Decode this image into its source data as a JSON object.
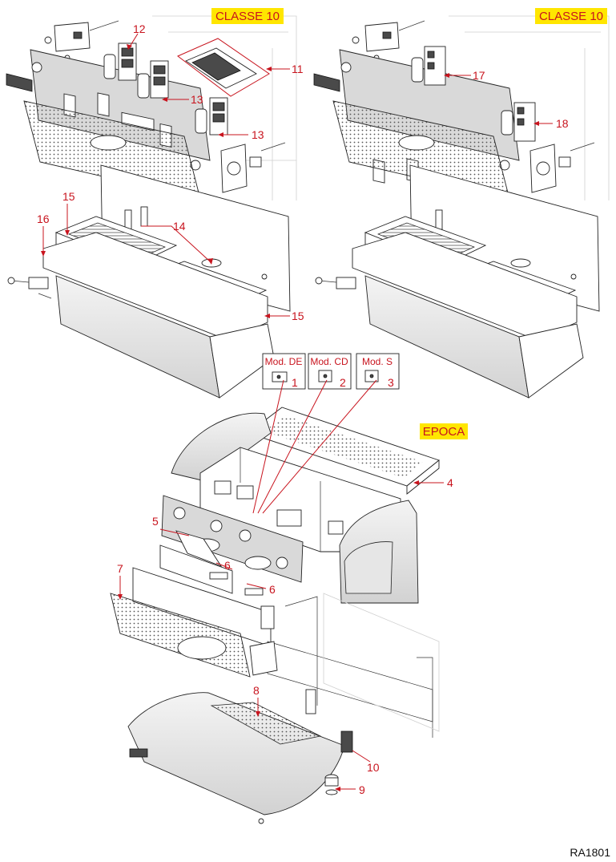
{
  "headers": {
    "classe10_left": "CLASSE 10",
    "classe10_right": "CLASSE 10",
    "epoca": "EPOCA"
  },
  "header_color": "#ffe600",
  "label_color": "#c8141e",
  "models": {
    "mod_de": "Mod. DE",
    "mod_cd": "Mod. CD",
    "mod_s": "Mod. S"
  },
  "callouts": {
    "n1": "1",
    "n2": "2",
    "n3": "3",
    "n4": "4",
    "n5": "5",
    "n6a": "6",
    "n6b": "6",
    "n7": "7",
    "n8": "8",
    "n9": "9",
    "n10": "10",
    "n11": "11",
    "n12": "12",
    "n13a": "13",
    "n13b": "13",
    "n14": "14",
    "n15a": "15",
    "n15b": "15",
    "n16": "16",
    "n17": "17",
    "n18": "18"
  },
  "drawing_code": "RA1801"
}
